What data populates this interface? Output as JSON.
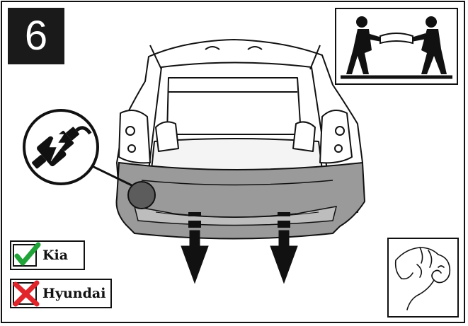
{
  "step": {
    "number": "6"
  },
  "brands": {
    "kia": {
      "label": "Kia",
      "status": "compatible",
      "icon": "check-icon",
      "color": "#22a33a"
    },
    "hyundai": {
      "label": "Hyundai",
      "status": "not-compatible",
      "icon": "cross-icon",
      "color": "#e0252b"
    }
  },
  "icons": {
    "team_lift": "two-person-lift-icon",
    "electrical_connector": "electrical-connector-icon",
    "hand_tighten": "hand-tighten-icon",
    "removal_arrows": "arrow-down-icon"
  },
  "colors": {
    "ink": "#111111",
    "bumper_highlight": "#9a9a9a",
    "connector_marker": "#5c5c5c"
  }
}
